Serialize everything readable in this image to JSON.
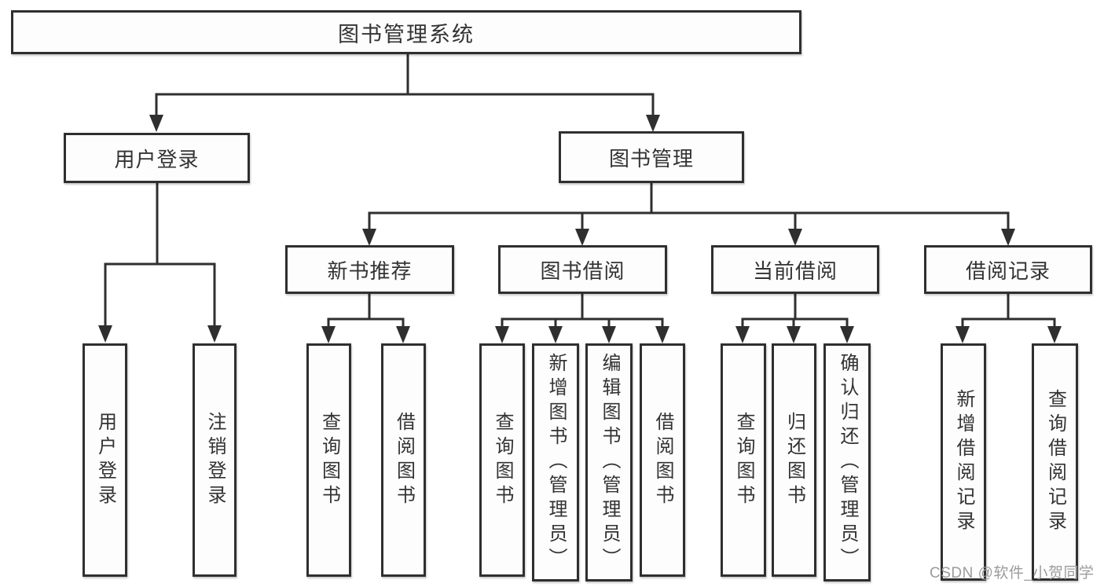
{
  "colors": {
    "line": "#2f2f2f",
    "box_border": "#2f2f2f",
    "text": "#333333",
    "watermark": "#9c9c9c",
    "background": "#ffffff"
  },
  "nodes": {
    "root": "图书管理系统",
    "user_login_branch": "用户登录",
    "book_management": "图书管理",
    "new_book_recommend": "新书推荐",
    "book_borrowing": "图书借阅",
    "current_borrowing": "当前借阅",
    "borrowing_records": "借阅记录",
    "user_login": "用户登录",
    "logout": "注销登录",
    "query_books_1": "查询图书",
    "borrow_books_1": "借阅图书",
    "query_books_2": "查询图书",
    "add_books_admin": "新增图书（管理员）",
    "edit_books_admin": "编辑图书（管理员）",
    "borrow_books_2": "借阅图书",
    "query_books_3": "查询图书",
    "return_books": "归还图书",
    "confirm_return_admin": "确认归还（管理员）",
    "add_borrow_record": "新增借阅记录",
    "query_borrow_record": "查询借阅记录"
  },
  "hierarchy": {
    "root": [
      "user_login_branch",
      "book_management"
    ],
    "user_login_branch": [
      "user_login",
      "logout"
    ],
    "book_management": [
      "new_book_recommend",
      "book_borrowing",
      "current_borrowing",
      "borrowing_records"
    ],
    "new_book_recommend": [
      "query_books_1",
      "borrow_books_1"
    ],
    "book_borrowing": [
      "query_books_2",
      "add_books_admin",
      "edit_books_admin",
      "borrow_books_2"
    ],
    "current_borrowing": [
      "query_books_3",
      "return_books",
      "confirm_return_admin"
    ],
    "borrowing_records": [
      "add_borrow_record",
      "query_borrow_record"
    ]
  },
  "watermark": {
    "text": "CSDN @软件_小贺同学"
  }
}
